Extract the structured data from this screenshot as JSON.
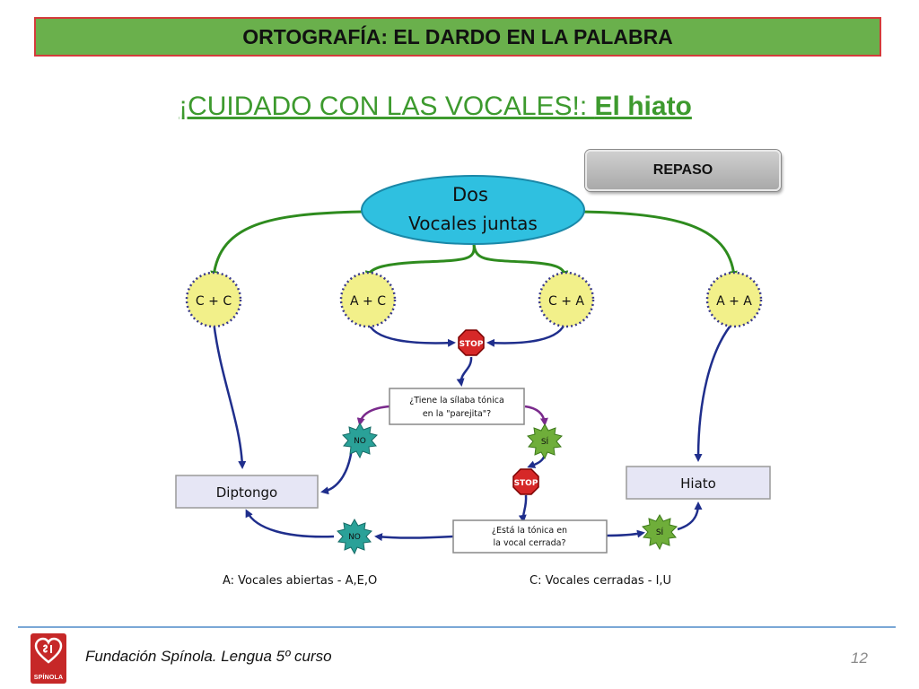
{
  "header": {
    "title": "ORTOGRAFÍA: EL DARDO EN LA PALABRA"
  },
  "subtitle": {
    "prefix": "¡CUIDADO CON LAS VOCALES!: ",
    "bold": "El hiato"
  },
  "repaso_button": {
    "label": "REPASO"
  },
  "diagram": {
    "root": {
      "line1": "Dos",
      "line2": "Vocales juntas"
    },
    "combos": [
      "C + C",
      "A + C",
      "C + A",
      "A + A"
    ],
    "stop_label": "STOP",
    "question1": {
      "line1": "¿Tiene la sílaba tónica",
      "line2": "en la \"parejita\"?"
    },
    "question2": {
      "line1": "¿Está la tónica en",
      "line2": "la vocal cerrada?"
    },
    "no_label": "NO",
    "si_label": "SÍ",
    "diptongo": "Diptongo",
    "hiato": "Hiato",
    "legend_open": "A: Vocales abiertas - A,E,O",
    "legend_closed": "C: Vocales cerradas - I,U",
    "colors": {
      "green_arrow": "#2e8b1e",
      "blue_arrow": "#1f2e8c",
      "purple_arrow": "#7a2a8c",
      "oval": "#2fc0e0",
      "combo": "#f2f08a",
      "stop": "#d62828",
      "burst_no": "#2aa198",
      "burst_si": "#6fae3a"
    }
  },
  "footer": {
    "text": "Fundación Spínola. Lengua 5º curso",
    "page": "12",
    "logo_text": "SPÍNOLA"
  }
}
